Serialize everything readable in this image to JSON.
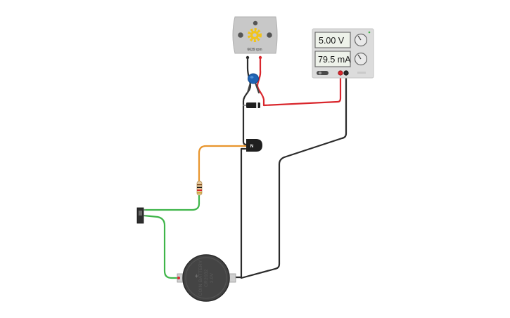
{
  "motor": {
    "speed_label": "6639 rpm"
  },
  "power_supply": {
    "voltage": "5.00 V",
    "current": "79.5 mA"
  },
  "transistor": {
    "label": "N"
  },
  "battery": {
    "line1": "COIN BATTERY",
    "line2": "CR2032",
    "line3": "3.0V"
  },
  "colors": {
    "wire_black": "#2b2b2b",
    "wire_red": "#d9262c",
    "wire_green": "#3fb54a",
    "wire_orange": "#e8952c",
    "motor_body": "#c8c8c8",
    "gear": "#f2c418",
    "capacitor": "#1f63b4",
    "battery_body": "#444444",
    "supply_body": "#dcdcdc"
  }
}
